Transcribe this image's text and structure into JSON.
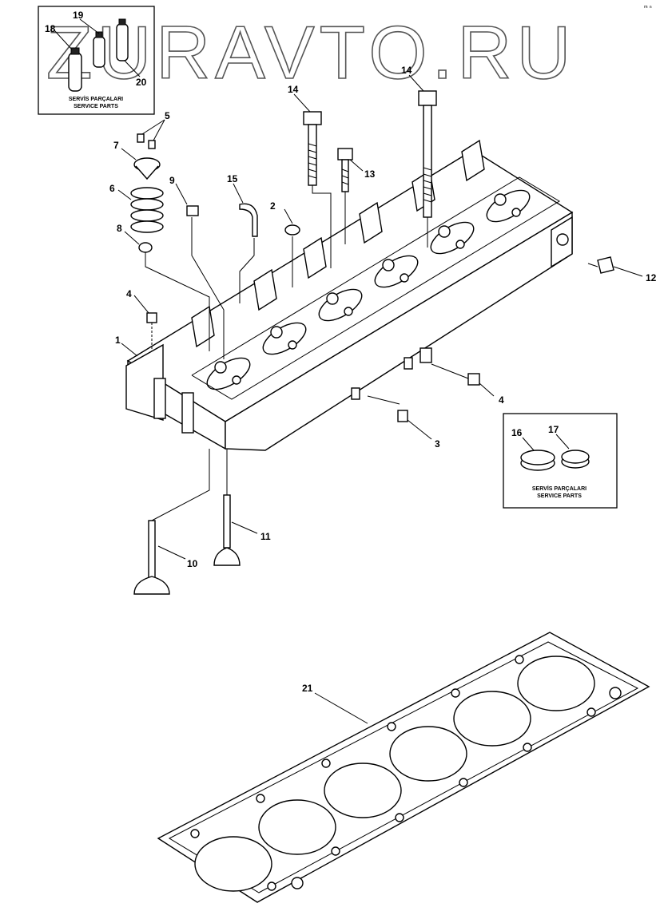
{
  "watermark": "ZURAVTO.RU",
  "corner_mark": "ᵐ ⁿ",
  "inset_top_left": {
    "caption_line1": "SERVİS PARÇALARI",
    "caption_line2": "SERVICE PARTS",
    "labels": {
      "n18": "18",
      "n19": "19",
      "n20": "20"
    }
  },
  "inset_right": {
    "caption_line1": "SERVİS PARÇALARI",
    "caption_line2": "SERVICE PARTS",
    "labels": {
      "n16": "16",
      "n17": "17"
    }
  },
  "callouts": {
    "n1": "1",
    "n2": "2",
    "n3": "3",
    "n4a": "4",
    "n4b": "4",
    "n5": "5",
    "n6": "6",
    "n7": "7",
    "n8": "8",
    "n9": "9",
    "n10": "10",
    "n11": "11",
    "n12": "12",
    "n13": "13",
    "n14a": "14",
    "n14b": "14",
    "n15": "15",
    "n21": "21"
  },
  "colors": {
    "ink": "#000000",
    "paper": "#ffffff",
    "watermark": "#555555"
  }
}
